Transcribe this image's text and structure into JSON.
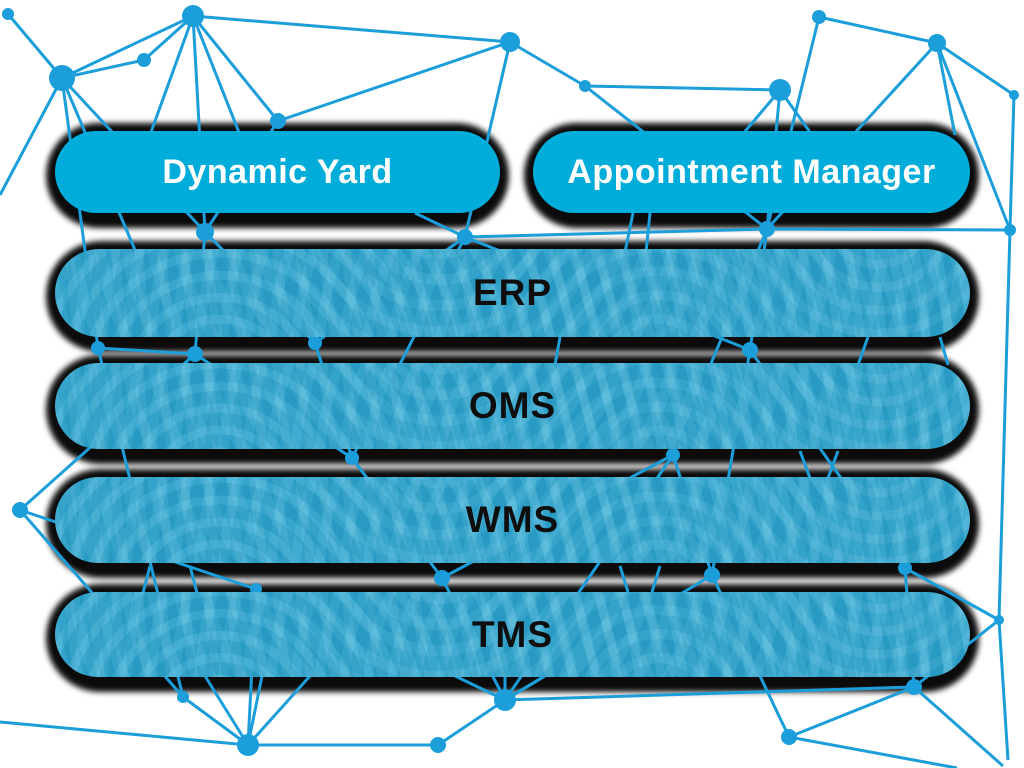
{
  "pills": {
    "row1": [
      {
        "label": "Dynamic Yard"
      },
      {
        "label": "Appointment Manager"
      }
    ],
    "stack": [
      {
        "label": "ERP"
      },
      {
        "label": "OMS"
      },
      {
        "label": "WMS"
      },
      {
        "label": "TMS"
      }
    ]
  },
  "colors": {
    "background": "#ffffff",
    "pill_top": "#00ACD9",
    "pill_bar": "#2CA7D1",
    "pill_shadow": "#0b0b0b",
    "text_light": "#ffffff",
    "text_dark": "#0e0e0e",
    "network": "#1B9ED9"
  },
  "network": {
    "stroke_width": 3,
    "nodes": [
      [
        8,
        14,
        6
      ],
      [
        193,
        16,
        11
      ],
      [
        144,
        60,
        7
      ],
      [
        62,
        78,
        13
      ],
      [
        278,
        121,
        8
      ],
      [
        510,
        42,
        10
      ],
      [
        585,
        86,
        6
      ],
      [
        819,
        17,
        7
      ],
      [
        937,
        43,
        9
      ],
      [
        780,
        90,
        11
      ],
      [
        1014,
        95,
        5
      ],
      [
        205,
        232,
        9
      ],
      [
        465,
        237,
        8
      ],
      [
        767,
        229,
        8
      ],
      [
        1010,
        230,
        6
      ],
      [
        98,
        348,
        7
      ],
      [
        195,
        354,
        8
      ],
      [
        315,
        343,
        7
      ],
      [
        750,
        350,
        8
      ],
      [
        20,
        510,
        8
      ],
      [
        352,
        458,
        7
      ],
      [
        673,
        455,
        7
      ],
      [
        256,
        589,
        6
      ],
      [
        442,
        578,
        8
      ],
      [
        712,
        575,
        8
      ],
      [
        905,
        568,
        7
      ],
      [
        183,
        697,
        6
      ],
      [
        248,
        745,
        11
      ],
      [
        438,
        745,
        8
      ],
      [
        505,
        700,
        11
      ],
      [
        789,
        737,
        8
      ],
      [
        914,
        687,
        8
      ],
      [
        999,
        620,
        5
      ]
    ],
    "edges": [
      [
        0,
        3
      ],
      [
        1,
        2
      ],
      [
        1,
        3
      ],
      [
        2,
        3
      ],
      [
        1,
        4
      ],
      [
        1,
        5
      ],
      [
        1,
        11
      ],
      [
        3,
        11
      ],
      [
        4,
        5
      ],
      [
        4,
        11
      ],
      [
        5,
        6
      ],
      [
        5,
        12
      ],
      [
        6,
        9
      ],
      [
        6,
        13
      ],
      [
        7,
        8
      ],
      [
        7,
        13
      ],
      [
        8,
        13
      ],
      [
        8,
        14
      ],
      [
        9,
        13
      ],
      [
        8,
        10
      ],
      [
        11,
        16
      ],
      [
        11,
        17
      ],
      [
        12,
        17
      ],
      [
        12,
        18
      ],
      [
        13,
        14
      ],
      [
        13,
        18
      ],
      [
        13,
        21
      ],
      [
        14,
        32
      ],
      [
        15,
        16
      ],
      [
        15,
        26
      ],
      [
        16,
        19
      ],
      [
        16,
        20
      ],
      [
        17,
        20
      ],
      [
        18,
        24
      ],
      [
        18,
        25
      ],
      [
        19,
        26
      ],
      [
        19,
        22
      ],
      [
        20,
        23
      ],
      [
        21,
        24
      ],
      [
        21,
        23
      ],
      [
        21,
        29
      ],
      [
        22,
        27
      ],
      [
        23,
        29
      ],
      [
        24,
        29
      ],
      [
        24,
        30
      ],
      [
        25,
        31
      ],
      [
        25,
        32
      ],
      [
        26,
        27
      ],
      [
        27,
        28
      ],
      [
        28,
        29
      ],
      [
        29,
        31
      ],
      [
        30,
        31
      ],
      [
        31,
        32
      ],
      [
        3,
        15
      ],
      [
        10,
        14
      ],
      [
        12,
        20
      ],
      [
        13,
        12
      ]
    ],
    "rays": [
      [
        62,
        78,
        0,
        195
      ],
      [
        62,
        78,
        135,
        250
      ],
      [
        193,
        16,
        150,
        135
      ],
      [
        193,
        16,
        240,
        135
      ],
      [
        937,
        43,
        955,
        135
      ],
      [
        780,
        90,
        742,
        135
      ],
      [
        780,
        90,
        812,
        135
      ],
      [
        465,
        237,
        415,
        213
      ],
      [
        633,
        213,
        625,
        252
      ],
      [
        650,
        213,
        646,
        252
      ],
      [
        560,
        337,
        555,
        365
      ],
      [
        868,
        337,
        858,
        365
      ],
      [
        940,
        337,
        948,
        365
      ],
      [
        800,
        451,
        810,
        478
      ],
      [
        838,
        451,
        828,
        478
      ],
      [
        150,
        566,
        143,
        593
      ],
      [
        190,
        566,
        197,
        593
      ],
      [
        620,
        566,
        628,
        592
      ],
      [
        660,
        566,
        652,
        592
      ],
      [
        248,
        745,
        0,
        722
      ],
      [
        248,
        745,
        205,
        676
      ],
      [
        248,
        745,
        262,
        676
      ],
      [
        248,
        745,
        310,
        676
      ],
      [
        505,
        700,
        455,
        676
      ],
      [
        505,
        700,
        505,
        676
      ],
      [
        505,
        700,
        545,
        676
      ],
      [
        789,
        737,
        957,
        768
      ],
      [
        914,
        687,
        1003,
        766
      ],
      [
        999,
        620,
        1008,
        760
      ]
    ]
  }
}
